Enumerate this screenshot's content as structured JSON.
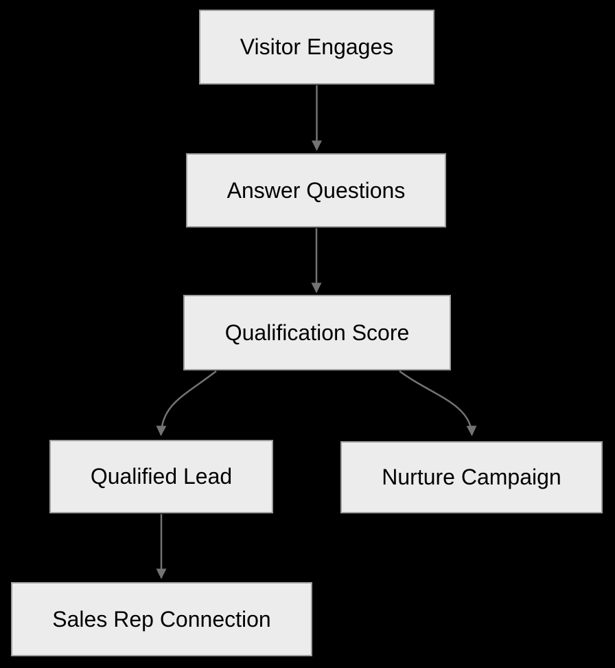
{
  "diagram": {
    "type": "flowchart",
    "direction": "top-down",
    "colors": {
      "background": "#000000",
      "node_fill": "#ececec",
      "node_border": "#9e9e9e",
      "edge": "#737373",
      "label_text": "#000000"
    },
    "nodes": [
      {
        "id": "visitor-engages",
        "label": "Visitor Engages"
      },
      {
        "id": "answer-questions",
        "label": "Answer Questions"
      },
      {
        "id": "qualification-score",
        "label": "Qualification Score"
      },
      {
        "id": "qualified-lead",
        "label": "Qualified Lead"
      },
      {
        "id": "nurture-campaign",
        "label": "Nurture Campaign"
      },
      {
        "id": "sales-rep-connection",
        "label": "Sales Rep Connection"
      }
    ],
    "edges": [
      {
        "from": "visitor-engages",
        "to": "answer-questions"
      },
      {
        "from": "answer-questions",
        "to": "qualification-score"
      },
      {
        "from": "qualification-score",
        "to": "qualified-lead"
      },
      {
        "from": "qualification-score",
        "to": "nurture-campaign"
      },
      {
        "from": "qualified-lead",
        "to": "sales-rep-connection"
      }
    ]
  }
}
